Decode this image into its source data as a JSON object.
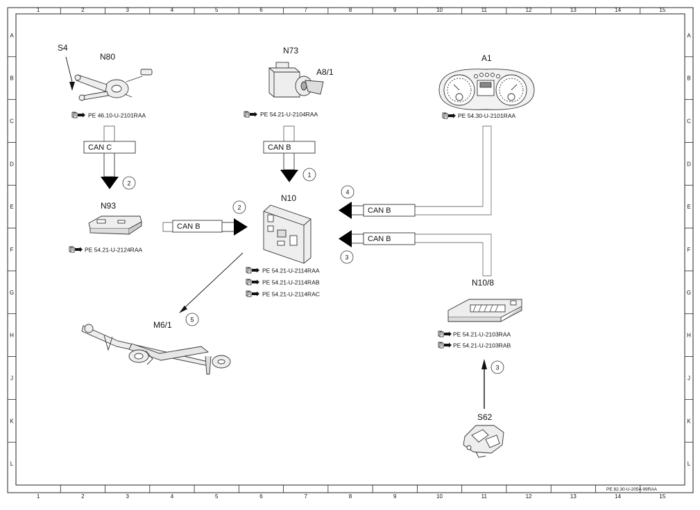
{
  "frame": {
    "columns": [
      "1",
      "2",
      "3",
      "4",
      "5",
      "6",
      "7",
      "8",
      "9",
      "10",
      "11",
      "12",
      "13",
      "14",
      "15"
    ],
    "rows": [
      "A",
      "B",
      "C",
      "D",
      "E",
      "F",
      "G",
      "H",
      "J",
      "K",
      "L"
    ]
  },
  "components": {
    "s4": {
      "id": "S4"
    },
    "n80": {
      "id": "N80",
      "refs": [
        "PE 46.10-U-2101RAA"
      ]
    },
    "n73": {
      "id": "N73",
      "refs": [
        "PE 54.21-U-2104RAA"
      ]
    },
    "a8_1": {
      "id": "A8/1"
    },
    "a1": {
      "id": "A1",
      "refs": [
        "PE 54.30-U-2101RAA"
      ]
    },
    "n93": {
      "id": "N93",
      "refs": [
        "PE 54.21-U-2124RAA"
      ]
    },
    "n10": {
      "id": "N10",
      "refs": [
        "PE 54.21-U-2114RAA",
        "PE 54.21-U-2114RAB",
        "PE 54.21-U-2114RAC"
      ]
    },
    "m6_1": {
      "id": "M6/1"
    },
    "n10_8": {
      "id": "N10/8",
      "refs": [
        "PE 54.21-U-2103RAA",
        "PE 54.21-U-2103RAB"
      ]
    },
    "s62": {
      "id": "S62"
    }
  },
  "buses": {
    "n80_to_n93": "CAN C",
    "n73_to_n10": "CAN B",
    "n93_to_n10": "CAN B",
    "a1_to_n10": "CAN B",
    "n10_8_to_n10": "CAN B"
  },
  "steps": {
    "n73_to_n10": "1",
    "n80_to_n93": "2",
    "n93_to_n10": "2",
    "n10_8_to_n10": "3",
    "s62_to_n10_8": "3",
    "a1_to_n10": "4",
    "n10_to_m6_1": "5"
  },
  "doc_ref": "PE 82.30-U-2054-99RAA"
}
